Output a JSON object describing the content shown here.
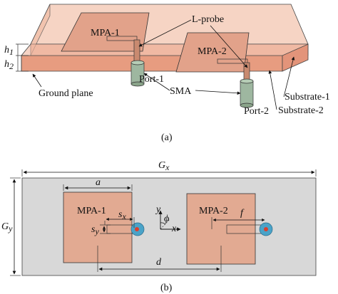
{
  "panel_a": {
    "caption": "(a)",
    "labels": {
      "mpa1": "MPA-1",
      "mpa2": "MPA-2",
      "lprobe": "L-probe",
      "h1": "h",
      "h1_sub": "1",
      "h2": "h",
      "h2_sub": "2",
      "port1": "Port-1",
      "port2": "Port-2",
      "sma": "SMA",
      "ground": "Ground plane",
      "substrate1": "Substrate-1",
      "substrate2": "Substrate-2"
    }
  },
  "panel_b": {
    "caption": "(b)",
    "labels": {
      "gx": "G",
      "gx_sub": "x",
      "gy": "G",
      "gy_sub": "y",
      "a": "a",
      "d": "d",
      "f": "f",
      "mpa1": "MPA-1",
      "mpa2": "MPA-2",
      "sx": "s",
      "sx_sub": "x",
      "sy": "s",
      "sy_sub": "y",
      "axis_y": "y",
      "axis_x": "x",
      "phi": "ϕ"
    }
  },
  "colors": {
    "patch": "#e2aa92",
    "substrate_top": "#f3c7b4",
    "substrate_front": "#eba58c",
    "ground_plate": "#d8d8d8",
    "feed_circle": "#4aa3c8",
    "feed_dot": "#d8402f"
  }
}
